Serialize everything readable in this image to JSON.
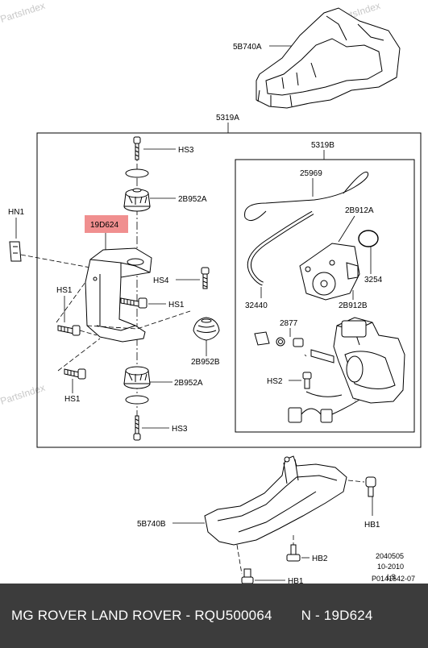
{
  "watermarks": [
    "PartsIndex",
    "PartsIndex",
    "PartsIndex",
    "PartsIndex"
  ],
  "labels": {
    "top_cover": "5B740A",
    "assembly": "5319A",
    "sub_assembly": "5319B",
    "hs3_top": "HS3",
    "mount_top": "2B952A",
    "hn1": "HN1",
    "highlight_part": "19D624",
    "hs4": "HS4",
    "hs1_a": "HS1",
    "hs1_b": "HS1",
    "hs1_c": "HS1",
    "mount_bushing": "2B952B",
    "mount_bottom": "2B952A",
    "hs3_bottom": "HS3",
    "hose": "25969",
    "compressor_body": "2B912A",
    "o_ring": "3254",
    "pipe": "32440",
    "compressor_head": "2B912B",
    "connector": "2877",
    "hs2": "HS2",
    "bottom_cover": "5B740B",
    "hb1_right": "HB1",
    "hb2": "HB2",
    "hb1_bottom": "HB1"
  },
  "stamp": [
    "2040505",
    "10-2010",
    "LS",
    "P0141542-07"
  ],
  "footer": {
    "text_left": "MG ROVER LAND ROVER - RQU500064",
    "text_right": "N - 19D624"
  },
  "colors": {
    "highlight": "#f08f8f",
    "footer_bg": "#3c3c3c"
  }
}
